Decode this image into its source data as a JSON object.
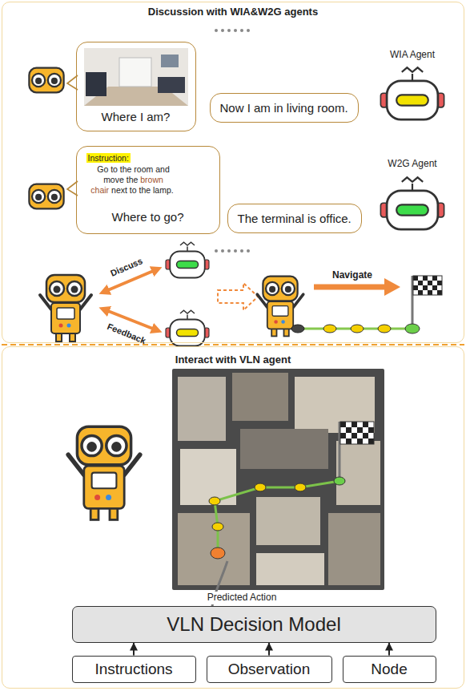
{
  "diagram": {
    "nodes": [
      {
        "text": [
          "Discussion with WIA&W2G agents"
        ]
      },
      {
        "text": [
          "Where I am?"
        ],
        "in": 0
      },
      {
        "text": [
          "Now I am in living room."
        ],
        "in": 0
      },
      {
        "text": [
          "Instruction:",
          "Go to the room and move the",
          "brown chair",
          "next to the lamp.",
          "Where to go?"
        ],
        "in": 0
      },
      {
        "text": [
          "The terminal is office."
        ],
        "in": 0
      },
      {
        "text": [
          "Interact with VLN agent"
        ]
      },
      {
        "text": [
          "VLN Decision Model"
        ],
        "in": 5
      },
      {
        "text": [
          "Instructions"
        ],
        "in": 5
      },
      {
        "text": [
          "Observation"
        ],
        "in": 5
      },
      {
        "text": [
          "Node"
        ],
        "in": 5
      }
    ],
    "edges": [
      {
        "from": 7,
        "to": 6,
        "arrow": "to"
      },
      {
        "from": 8,
        "to": 6,
        "arrow": "to"
      },
      {
        "from": 9,
        "to": 6,
        "arrow": "to"
      }
    ],
    "labels": [
      "WIA Agent",
      "W2G Agent",
      "Discuss",
      "Feedback",
      "Navigate",
      "Predicted Action"
    ]
  }
}
